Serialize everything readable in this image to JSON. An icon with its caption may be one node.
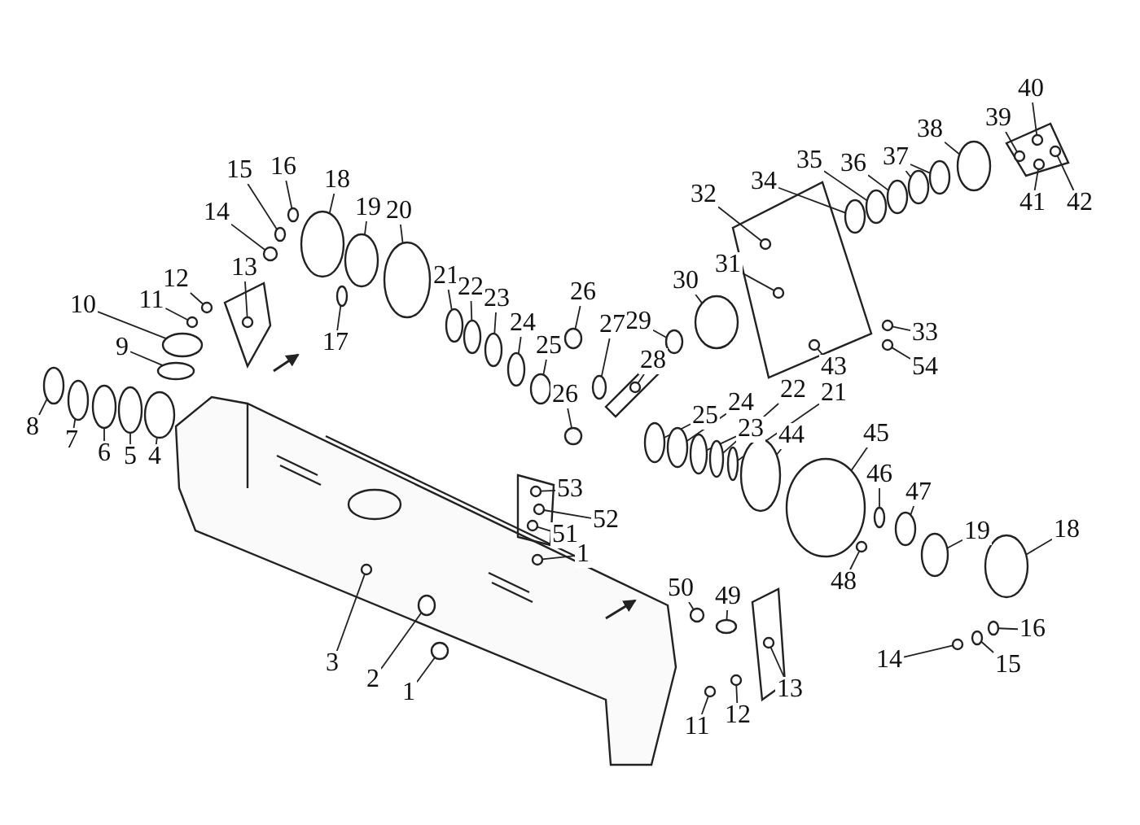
{
  "diagram": {
    "nodes": [
      {
        "text": [
          "40"
        ]
      },
      {
        "text": [
          "39"
        ]
      },
      {
        "text": [
          "38"
        ]
      },
      {
        "text": [
          "37"
        ]
      },
      {
        "text": [
          "36"
        ]
      },
      {
        "text": [
          "35"
        ]
      },
      {
        "text": [
          "16"
        ]
      },
      {
        "text": [
          "15"
        ]
      },
      {
        "text": [
          "18"
        ]
      },
      {
        "text": [
          "34"
        ]
      },
      {
        "text": [
          "32"
        ]
      },
      {
        "text": [
          "42"
        ]
      },
      {
        "text": [
          "41"
        ]
      },
      {
        "text": [
          "19"
        ]
      },
      {
        "text": [
          "20"
        ]
      },
      {
        "text": [
          "14"
        ]
      },
      {
        "text": [
          "31"
        ]
      },
      {
        "text": [
          "13"
        ]
      },
      {
        "text": [
          "21"
        ]
      },
      {
        "text": [
          "12"
        ]
      },
      {
        "text": [
          "30"
        ]
      },
      {
        "text": [
          "22"
        ]
      },
      {
        "text": [
          "26"
        ]
      },
      {
        "text": [
          "11"
        ]
      },
      {
        "text": [
          "23"
        ]
      },
      {
        "text": [
          "10"
        ]
      },
      {
        "text": [
          "24"
        ]
      },
      {
        "text": [
          "29"
        ]
      },
      {
        "text": [
          "27"
        ]
      },
      {
        "text": [
          "33"
        ]
      },
      {
        "text": [
          "17"
        ]
      },
      {
        "text": [
          "25"
        ]
      },
      {
        "text": [
          "9"
        ]
      },
      {
        "text": [
          "28"
        ]
      },
      {
        "text": [
          "43"
        ]
      },
      {
        "text": [
          "54"
        ]
      },
      {
        "text": [
          "22"
        ]
      },
      {
        "text": [
          "21"
        ]
      },
      {
        "text": [
          "26"
        ]
      },
      {
        "text": [
          "24"
        ]
      },
      {
        "text": [
          "25"
        ]
      },
      {
        "text": [
          "8"
        ]
      },
      {
        "text": [
          "23"
        ]
      },
      {
        "text": [
          "44"
        ]
      },
      {
        "text": [
          "45"
        ]
      },
      {
        "text": [
          "7"
        ]
      },
      {
        "text": [
          "6"
        ]
      },
      {
        "text": [
          "5"
        ]
      },
      {
        "text": [
          "4"
        ]
      },
      {
        "text": [
          "46"
        ]
      },
      {
        "text": [
          "53"
        ]
      },
      {
        "text": [
          "47"
        ]
      },
      {
        "text": [
          "52"
        ]
      },
      {
        "text": [
          "19"
        ]
      },
      {
        "text": [
          "18"
        ]
      },
      {
        "text": [
          "51"
        ]
      },
      {
        "text": [
          "1"
        ]
      },
      {
        "text": [
          "48"
        ]
      },
      {
        "text": [
          "50"
        ]
      },
      {
        "text": [
          "49"
        ]
      },
      {
        "text": [
          "16"
        ]
      },
      {
        "text": [
          "3"
        ]
      },
      {
        "text": [
          "15"
        ]
      },
      {
        "text": [
          "14"
        ]
      },
      {
        "text": [
          "2"
        ]
      },
      {
        "text": [
          "13"
        ]
      },
      {
        "text": [
          "1"
        ]
      },
      {
        "text": [
          "12"
        ]
      },
      {
        "text": [
          "11"
        ]
      },
      {
        "text": [],
        "shape": "circle"
      },
      {
        "text": [],
        "shape": "circle"
      },
      {
        "text": [],
        "shape": "circle"
      },
      {
        "text": [],
        "shape": "circle"
      },
      {
        "text": [],
        "shape": "circle"
      },
      {
        "text": [],
        "shape": "circle"
      },
      {
        "text": [],
        "shape": "circle"
      },
      {
        "text": [],
        "shape": "circle"
      },
      {
        "text": [],
        "shape": "circle"
      },
      {
        "text": [],
        "shape": "circle"
      },
      {
        "text": [],
        "shape": "circle"
      },
      {
        "text": [],
        "shape": "circle"
      },
      {
        "text": [],
        "shape": "circle"
      },
      {
        "text": [],
        "shape": "circle"
      },
      {
        "text": [],
        "shape": "circle"
      },
      {
        "text": [],
        "shape": "circle"
      },
      {
        "text": [],
        "shape": "circle"
      },
      {
        "text": [],
        "shape": "circle"
      },
      {
        "text": [],
        "shape": "circle"
      },
      {
        "text": [],
        "shape": "circle"
      },
      {
        "text": [],
        "shape": "circle"
      },
      {
        "text": [],
        "shape": "circle"
      },
      {
        "text": [],
        "shape": "circle"
      },
      {
        "text": [],
        "shape": "circle"
      },
      {
        "text": [],
        "shape": "circle"
      },
      {
        "text": [],
        "shape": "circle"
      },
      {
        "text": [],
        "shape": "circle"
      },
      {
        "text": [],
        "shape": "circle"
      },
      {
        "text": [],
        "shape": "circle"
      },
      {
        "text": [],
        "shape": "circle"
      },
      {
        "text": [],
        "shape": "circle"
      },
      {
        "text": [],
        "shape": "circle"
      },
      {
        "text": [],
        "shape": "circle"
      },
      {
        "text": [],
        "shape": "circle"
      },
      {
        "text": [],
        "shape": "circle"
      },
      {
        "text": [],
        "shape": "circle"
      },
      {
        "text": [],
        "shape": "circle"
      },
      {
        "text": [],
        "shape": "circle"
      },
      {
        "text": [],
        "shape": "circle"
      },
      {
        "text": [],
        "shape": "circle"
      },
      {
        "text": [],
        "shape": "circle"
      },
      {
        "text": [],
        "shape": "circle"
      },
      {
        "text": [],
        "shape": "circle"
      },
      {
        "text": [],
        "shape": "circle"
      },
      {
        "text": [],
        "shape": "circle"
      },
      {
        "text": [],
        "shape": "circle"
      },
      {
        "text": [],
        "shape": "circle"
      },
      {
        "text": [],
        "shape": "circle"
      },
      {
        "text": [],
        "shape": "circle"
      },
      {
        "text": [],
        "shape": "circle"
      },
      {
        "text": [],
        "shape": "circle"
      },
      {
        "text": [],
        "shape": "circle"
      },
      {
        "text": [],
        "shape": "circle"
      },
      {
        "text": [],
        "shape": "circle"
      },
      {
        "text": [],
        "shape": "circle"
      },
      {
        "text": [],
        "shape": "circle"
      },
      {
        "text": [],
        "shape": "circle"
      },
      {
        "text": [],
        "shape": "circle"
      },
      {
        "text": [],
        "shape": "circle"
      },
      {
        "text": [],
        "shape": "circle"
      },
      {
        "text": [],
        "shape": "circle"
      },
      {
        "text": [],
        "shape": "circle"
      },
      {
        "text": [],
        "shape": "circle"
      },
      {
        "text": [],
        "shape": "circle"
      },
      {
        "text": [],
        "shape": "circle"
      },
      {
        "text": [],
        "shape": "circle"
      },
      {
        "text": [],
        "shape": "circle"
      },
      {
        "text": [],
        "shape": "circle"
      },
      {
        "text": [],
        "shape": "circle"
      },
      {
        "text": [],
        "shape": "circle"
      }
    ],
    "edges": [
      {
        "from": 0,
        "to": 69,
        "arrow": "none"
      },
      {
        "from": 1,
        "to": 70,
        "arrow": "none"
      },
      {
        "from": 2,
        "to": 71,
        "arrow": "none"
      },
      {
        "from": 3,
        "to": 72,
        "arrow": "none"
      },
      {
        "from": 3,
        "to": 73,
        "arrow": "none"
      },
      {
        "from": 4,
        "to": 74,
        "arrow": "none"
      },
      {
        "from": 5,
        "to": 75,
        "arrow": "none"
      },
      {
        "from": 6,
        "to": 76,
        "arrow": "none"
      },
      {
        "from": 7,
        "to": 77,
        "arrow": "none"
      },
      {
        "from": 8,
        "to": 78,
        "arrow": "none"
      },
      {
        "from": 9,
        "to": 79,
        "arrow": "none"
      },
      {
        "from": 10,
        "to": 80,
        "arrow": "none"
      },
      {
        "from": 11,
        "to": 81,
        "arrow": "none"
      },
      {
        "from": 12,
        "to": 82,
        "arrow": "none"
      },
      {
        "from": 13,
        "to": 83,
        "arrow": "none"
      },
      {
        "from": 14,
        "to": 84,
        "arrow": "none"
      },
      {
        "from": 15,
        "to": 85,
        "arrow": "none"
      },
      {
        "from": 16,
        "to": 86,
        "arrow": "none"
      },
      {
        "from": 17,
        "to": 87,
        "arrow": "none"
      },
      {
        "from": 18,
        "to": 88,
        "arrow": "none"
      },
      {
        "from": 19,
        "to": 89,
        "arrow": "none"
      },
      {
        "from": 20,
        "to": 90,
        "arrow": "none"
      },
      {
        "from": 21,
        "to": 91,
        "arrow": "none"
      },
      {
        "from": 22,
        "to": 92,
        "arrow": "none"
      },
      {
        "from": 23,
        "to": 93,
        "arrow": "none"
      },
      {
        "from": 24,
        "to": 94,
        "arrow": "none"
      },
      {
        "from": 25,
        "to": 95,
        "arrow": "none"
      },
      {
        "from": 26,
        "to": 96,
        "arrow": "none"
      },
      {
        "from": 27,
        "to": 97,
        "arrow": "none"
      },
      {
        "from": 28,
        "to": 98,
        "arrow": "none"
      },
      {
        "from": 29,
        "to": 99,
        "arrow": "none"
      },
      {
        "from": 30,
        "to": 100,
        "arrow": "none"
      },
      {
        "from": 31,
        "to": 101,
        "arrow": "none"
      },
      {
        "from": 32,
        "to": 102,
        "arrow": "none"
      },
      {
        "from": 33,
        "to": 103,
        "arrow": "none"
      },
      {
        "from": 34,
        "to": 104,
        "arrow": "none"
      },
      {
        "from": 35,
        "to": 105,
        "arrow": "none"
      },
      {
        "from": 36,
        "to": 106,
        "arrow": "none"
      },
      {
        "from": 37,
        "to": 107,
        "arrow": "none"
      },
      {
        "from": 38,
        "to": 108,
        "arrow": "none"
      },
      {
        "from": 39,
        "to": 109,
        "arrow": "none"
      },
      {
        "from": 40,
        "to": 110,
        "arrow": "none"
      },
      {
        "from": 41,
        "to": 111,
        "arrow": "none"
      },
      {
        "from": 42,
        "to": 112,
        "arrow": "none"
      },
      {
        "from": 43,
        "to": 113,
        "arrow": "none"
      },
      {
        "from": 44,
        "to": 114,
        "arrow": "none"
      },
      {
        "from": 45,
        "to": 115,
        "arrow": "none"
      },
      {
        "from": 46,
        "to": 116,
        "arrow": "none"
      },
      {
        "from": 47,
        "to": 117,
        "arrow": "none"
      },
      {
        "from": 48,
        "to": 118,
        "arrow": "none"
      },
      {
        "from": 49,
        "to": 119,
        "arrow": "none"
      },
      {
        "from": 50,
        "to": 120,
        "arrow": "none"
      },
      {
        "from": 51,
        "to": 121,
        "arrow": "none"
      },
      {
        "from": 52,
        "to": 122,
        "arrow": "none"
      },
      {
        "from": 53,
        "to": 123,
        "arrow": "none"
      },
      {
        "from": 54,
        "to": 124,
        "arrow": "none"
      },
      {
        "from": 55,
        "to": 125,
        "arrow": "none"
      },
      {
        "from": 56,
        "to": 126,
        "arrow": "none"
      },
      {
        "from": 57,
        "to": 127,
        "arrow": "none"
      },
      {
        "from": 58,
        "to": 128,
        "arrow": "none"
      },
      {
        "from": 59,
        "to": 129,
        "arrow": "none"
      },
      {
        "from": 60,
        "to": 130,
        "arrow": "none"
      },
      {
        "from": 61,
        "to": 131,
        "arrow": "none"
      },
      {
        "from": 62,
        "to": 132,
        "arrow": "none"
      },
      {
        "from": 63,
        "to": 133,
        "arrow": "none"
      },
      {
        "from": 64,
        "to": 134,
        "arrow": "none"
      },
      {
        "from": 65,
        "to": 135,
        "arrow": "none"
      },
      {
        "from": 66,
        "to": 136,
        "arrow": "none"
      },
      {
        "from": 67,
        "to": 137,
        "arrow": "none"
      },
      {
        "from": 68,
        "to": 138,
        "arrow": "none"
      }
    ]
  }
}
